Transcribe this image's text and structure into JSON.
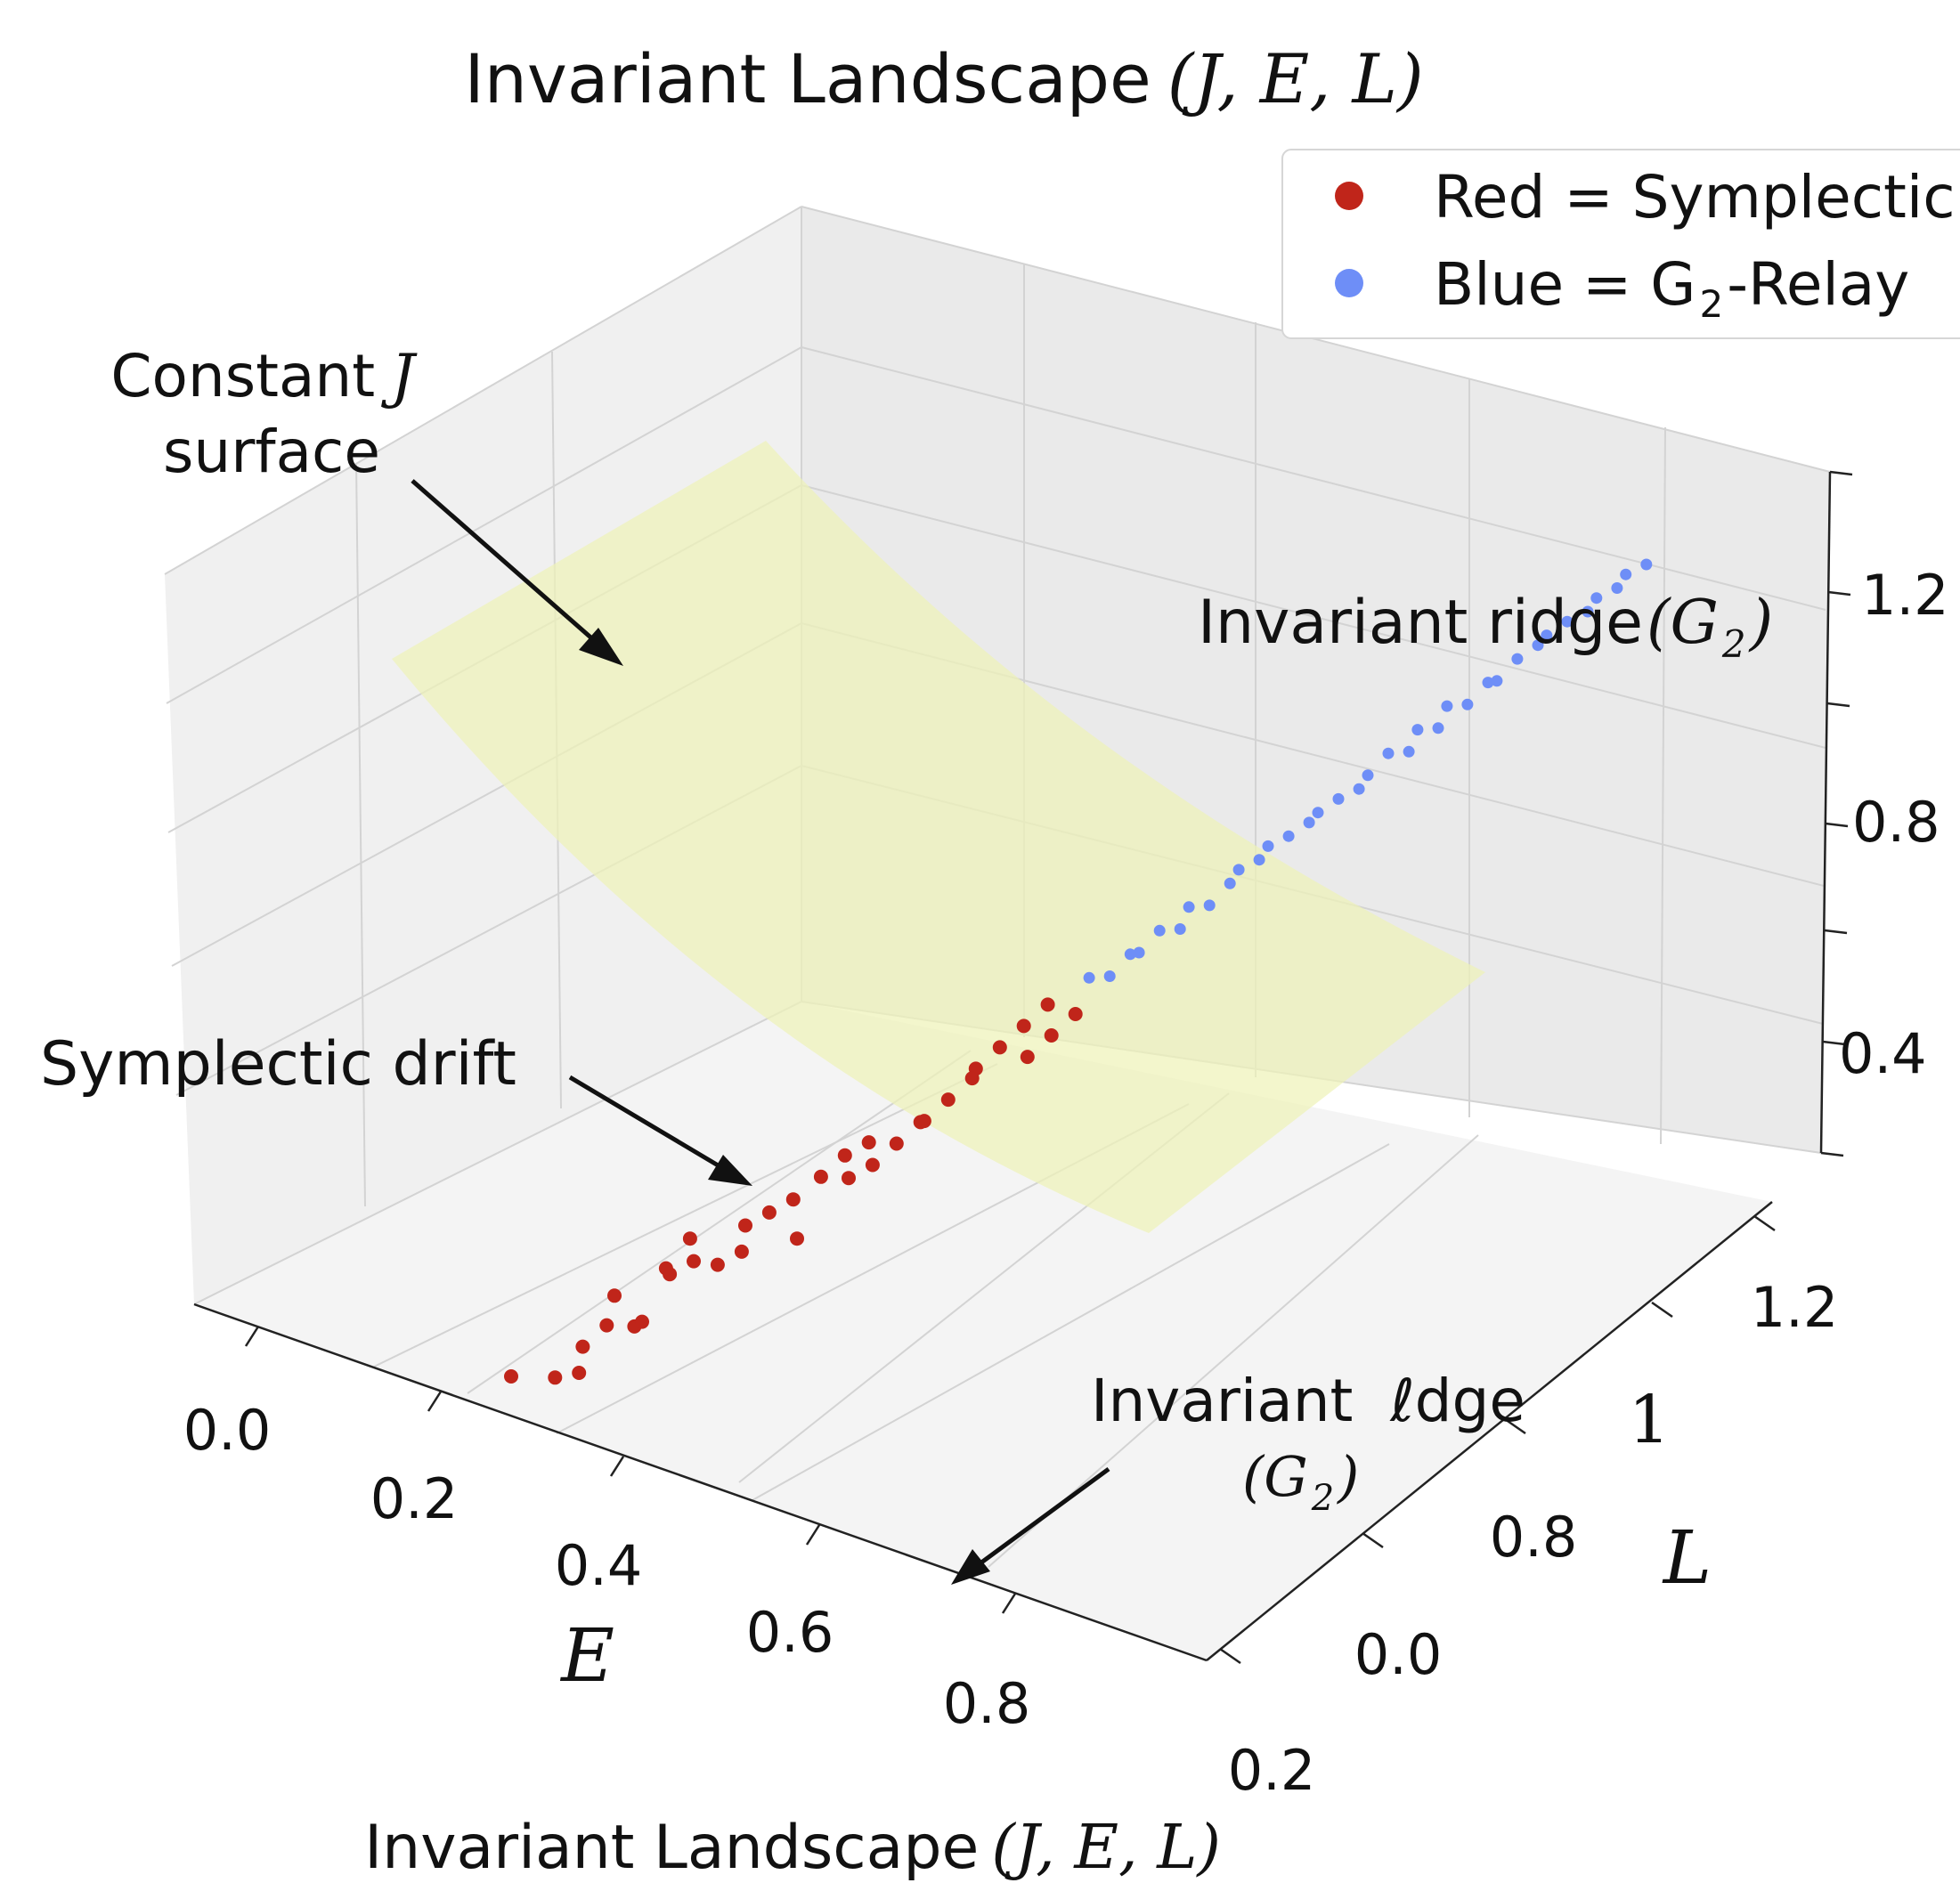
{
  "chart_data": {
    "type": "scatter",
    "projection": "3d",
    "title": {
      "text": "Invariant Landscape",
      "math": "(J, E, L)"
    },
    "bottom_caption": {
      "text": "Invariant Landscape",
      "math": "(J, E, L)"
    },
    "axes": {
      "x": {
        "label": "E",
        "ticks": [
          "0.0",
          "0.2",
          "0.4",
          "0.6",
          "0.8"
        ]
      },
      "y": {
        "label": "L",
        "ticks": [
          "0.2",
          "0.0",
          "0.8",
          "1",
          "1.2"
        ]
      },
      "z": {
        "label": "",
        "ticks": [
          "0.4",
          "0.8",
          "1.2"
        ]
      },
      "grid": true
    },
    "legend": {
      "placement": "top-right",
      "entries": [
        {
          "label": "Red = Symplectic",
          "color": "#c0251a"
        },
        {
          "label_prefix": "Blue = G",
          "label_sub": "2",
          "label_suffix": "-Relay",
          "color": "#6e8ef7"
        }
      ]
    },
    "annotations": {
      "surface_label": {
        "line1": "Constant",
        "line1_math": "J",
        "line2": "surface"
      },
      "drift_label": "Symplectic drift",
      "ridge_label": {
        "text": "Invariant ridge",
        "math": "(G",
        "sub": "2",
        "close": ")"
      },
      "ridge_label_lower": {
        "line1": "Invariant  ℓdge",
        "math": "(G",
        "sub": "2",
        "close": ")"
      }
    },
    "series": [
      {
        "name": "Red = Symplectic",
        "color": "#c0251a",
        "points": [
          [
            0.3,
            0.2
          ],
          [
            0.32,
            0.22
          ],
          [
            0.33,
            0.24
          ],
          [
            0.34,
            0.23
          ],
          [
            0.35,
            0.27
          ],
          [
            0.36,
            0.29
          ],
          [
            0.36,
            0.31
          ],
          [
            0.37,
            0.3
          ],
          [
            0.38,
            0.34
          ],
          [
            0.39,
            0.33
          ],
          [
            0.4,
            0.36
          ],
          [
            0.41,
            0.37
          ],
          [
            0.42,
            0.36
          ],
          [
            0.43,
            0.39
          ],
          [
            0.44,
            0.38
          ],
          [
            0.45,
            0.41
          ],
          [
            0.46,
            0.4
          ],
          [
            0.47,
            0.43
          ],
          [
            0.48,
            0.44
          ],
          [
            0.49,
            0.46
          ],
          [
            0.5,
            0.47
          ],
          [
            0.51,
            0.48
          ],
          [
            0.52,
            0.49
          ],
          [
            0.53,
            0.51
          ],
          [
            0.54,
            0.52
          ],
          [
            0.55,
            0.54
          ],
          [
            0.56,
            0.55
          ],
          [
            0.57,
            0.57
          ],
          [
            0.58,
            0.58
          ],
          [
            0.59,
            0.6
          ],
          [
            0.6,
            0.61
          ],
          [
            0.61,
            0.63
          ],
          [
            0.62,
            0.64
          ],
          [
            0.63,
            0.66
          ],
          [
            0.64,
            0.67
          ]
        ]
      },
      {
        "name": "Blue = G2-Relay",
        "color": "#6e8ef7",
        "points": [
          [
            0.65,
            0.69
          ],
          [
            0.66,
            0.7
          ],
          [
            0.67,
            0.72
          ],
          [
            0.68,
            0.73
          ],
          [
            0.69,
            0.75
          ],
          [
            0.7,
            0.76
          ],
          [
            0.71,
            0.78
          ],
          [
            0.72,
            0.79
          ],
          [
            0.73,
            0.81
          ],
          [
            0.74,
            0.82
          ],
          [
            0.75,
            0.84
          ],
          [
            0.76,
            0.85
          ],
          [
            0.77,
            0.87
          ],
          [
            0.78,
            0.88
          ],
          [
            0.79,
            0.9
          ],
          [
            0.8,
            0.91
          ],
          [
            0.81,
            0.93
          ],
          [
            0.82,
            0.94
          ],
          [
            0.83,
            0.96
          ],
          [
            0.84,
            0.97
          ],
          [
            0.85,
            0.99
          ],
          [
            0.86,
            1.0
          ],
          [
            0.87,
            1.02
          ],
          [
            0.88,
            1.03
          ],
          [
            0.89,
            1.05
          ],
          [
            0.9,
            1.06
          ],
          [
            0.91,
            1.08
          ],
          [
            0.92,
            1.09
          ],
          [
            0.93,
            1.11
          ],
          [
            0.94,
            1.12
          ],
          [
            0.95,
            1.14
          ],
          [
            0.96,
            1.15
          ],
          [
            0.97,
            1.17
          ],
          [
            0.98,
            1.18
          ],
          [
            0.99,
            1.2
          ]
        ]
      }
    ],
    "surface": {
      "name": "Constant J surface",
      "color": "#eef2b8"
    }
  }
}
